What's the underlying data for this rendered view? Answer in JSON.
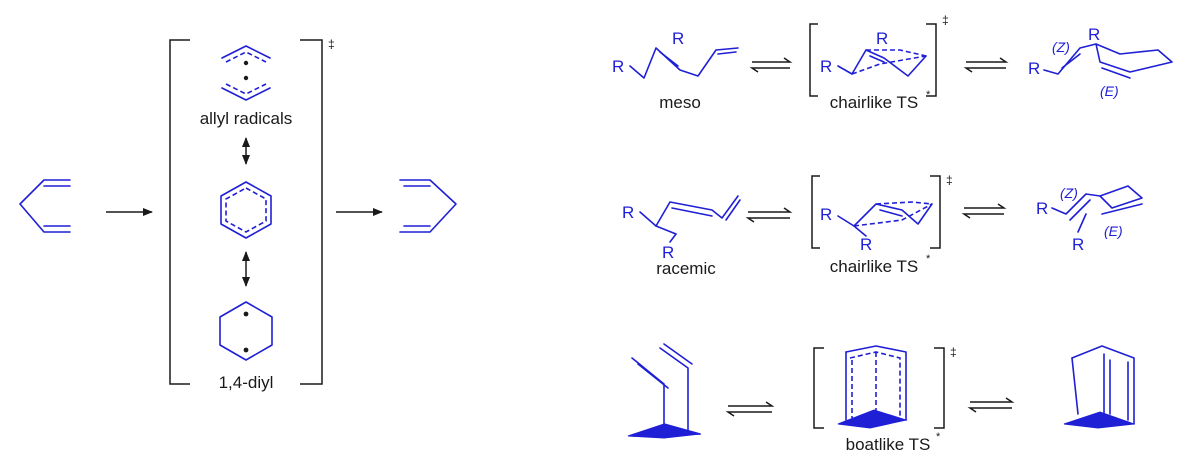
{
  "colors": {
    "structure": "#1f1fd6",
    "text": "#1a1a1a"
  },
  "left_panel": {
    "label_allyl": "allyl radicals",
    "label_diyl": "1,4-diyl",
    "dagger": "‡"
  },
  "right_panel": {
    "meso_row": {
      "substrate_label": "meso",
      "ts_label": "chairlike TS",
      "ts_superscript": "*",
      "dagger": "‡",
      "atom_R": "R",
      "stereo_Z": "(Z)",
      "stereo_E": "(E)"
    },
    "racemic_row": {
      "substrate_label": "racemic",
      "ts_label": "chairlike TS",
      "ts_superscript": "*",
      "dagger": "‡",
      "atom_R": "R",
      "stereo_Z": "(Z)",
      "stereo_E": "(E)"
    },
    "boat_row": {
      "ts_label": "boatlike TS",
      "ts_superscript": "*",
      "dagger": "‡"
    }
  }
}
